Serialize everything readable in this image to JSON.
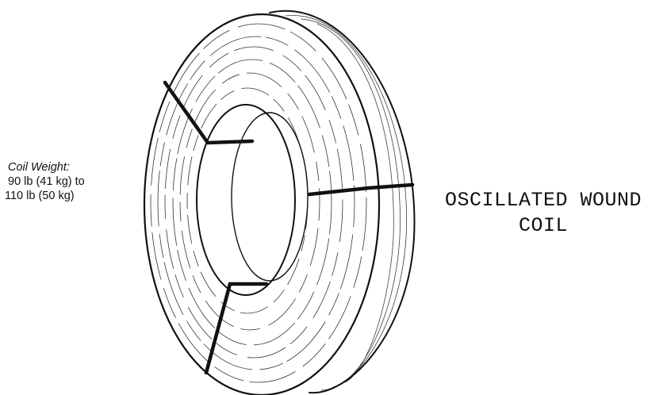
{
  "labels": {
    "weight_heading": "Coil Weight:",
    "weight_line_1": "90 lb (41 kg) to",
    "weight_line_2": "110 lb (50 kg)",
    "title_line_1": "OSCILLATED WOUND",
    "title_line_2": "COIL"
  },
  "colors": {
    "ink": "#111111",
    "paper": "#ffffff"
  }
}
